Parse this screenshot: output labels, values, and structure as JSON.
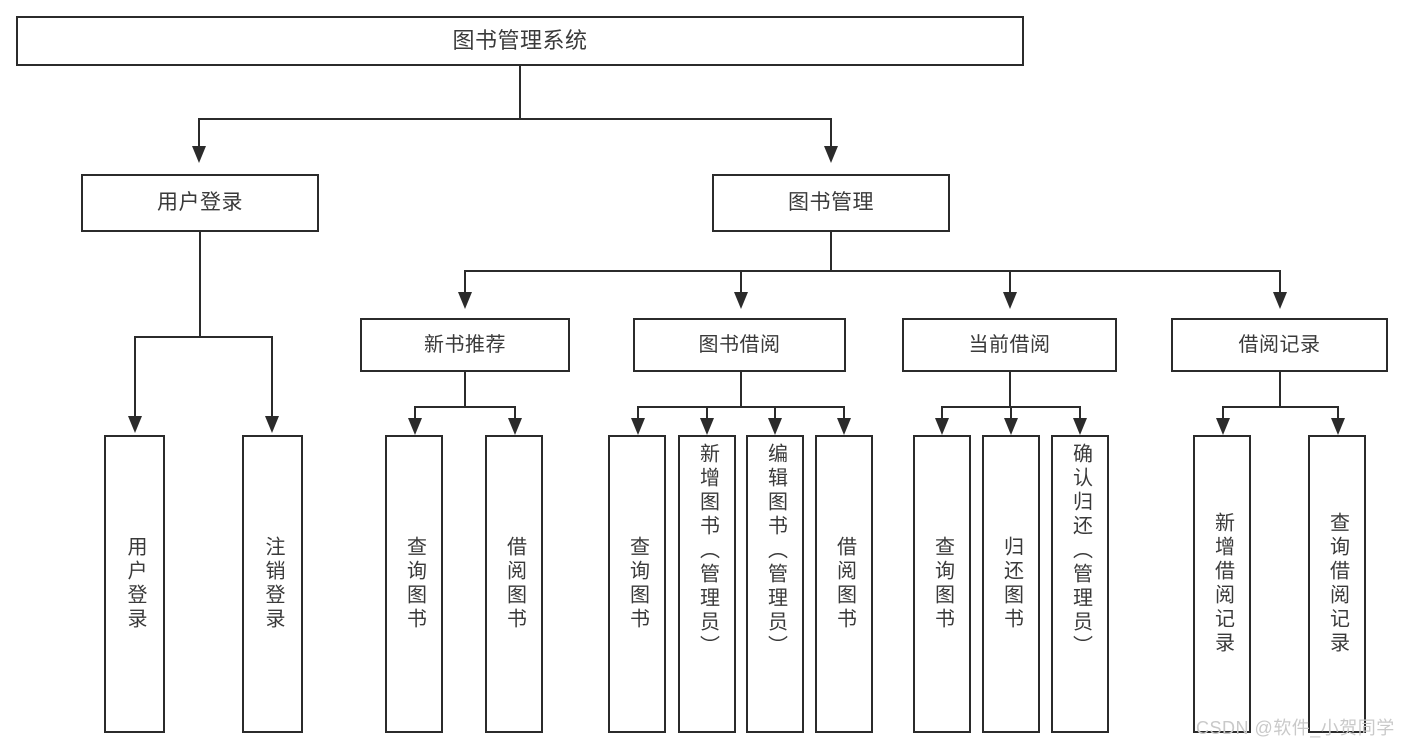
{
  "diagram": {
    "title": "图书管理系统",
    "type": "hierarchy-tree",
    "watermark": "CSDN @软件_小贺同学",
    "colors": {
      "background": "#ffffff",
      "box_border": "#2b2b2b",
      "box_fill": "#ffffff",
      "text": "#3a3a3a",
      "connector": "#2b2b2b",
      "watermark": "#c9c9c9"
    },
    "root": {
      "label": "图书管理系统"
    },
    "level2": [
      {
        "label": "用户登录"
      },
      {
        "label": "图书管理"
      }
    ],
    "level3": [
      {
        "label": "新书推荐"
      },
      {
        "label": "图书借阅"
      },
      {
        "label": "当前借阅"
      },
      {
        "label": "借阅记录"
      }
    ],
    "leaves": {
      "user_login": [
        {
          "label": "用户登录"
        },
        {
          "label": "注销登录"
        }
      ],
      "new_book_recommend": [
        {
          "label": "查询图书"
        },
        {
          "label": "借阅图书"
        }
      ],
      "book_borrow": [
        {
          "label": "查询图书"
        },
        {
          "label": "新增图书（管理员）"
        },
        {
          "label": "编辑图书（管理员）"
        },
        {
          "label": "借阅图书"
        }
      ],
      "current_borrow": [
        {
          "label": "查询图书"
        },
        {
          "label": "归还图书"
        },
        {
          "label": "确认归还（管理员）"
        }
      ],
      "borrow_record": [
        {
          "label": "新增借阅记录"
        },
        {
          "label": "查询借阅记录"
        }
      ]
    }
  }
}
